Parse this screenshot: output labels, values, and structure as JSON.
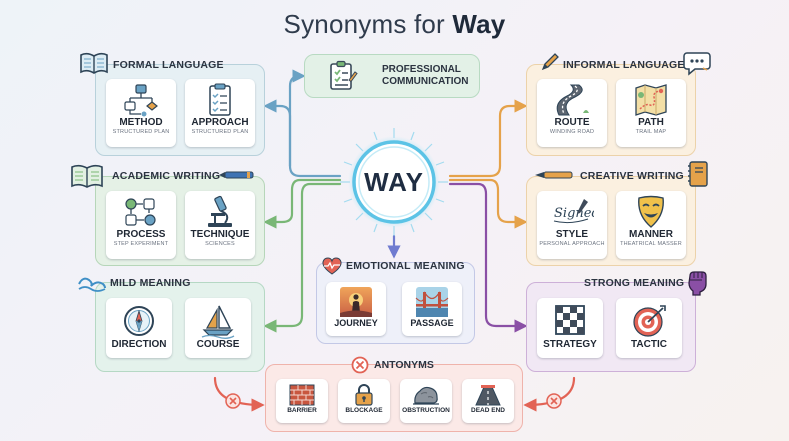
{
  "title": {
    "prefix": "Synonyms for ",
    "bold": "Way"
  },
  "center": {
    "label": "WAY"
  },
  "professional": {
    "line1": "PROFESSIONAL",
    "line2": "COMMUNICATION",
    "icon": "clipboard-checklist-icon"
  },
  "formal": {
    "title": "FORMAL LANGUAGE",
    "icon": "open-book-icon",
    "cards": [
      {
        "label": "METHOD",
        "sub": "STRUCTURED PLAN",
        "icon": "flowchart-icon"
      },
      {
        "label": "APPROACH",
        "sub": "STRUCTURED PLAN",
        "icon": "clipboard-icon"
      }
    ]
  },
  "academic": {
    "title": "ACADEMIC WRITING",
    "icon": "book-pen-icon",
    "cards": [
      {
        "label": "PROCESS",
        "sub": "STEP EXPERIMENT",
        "icon": "process-steps-icon"
      },
      {
        "label": "TECHNIQUE",
        "sub": "SCIENCES",
        "icon": "microscope-icon"
      }
    ]
  },
  "mild": {
    "title": "MILD MEANING",
    "icon": "wave-icon",
    "cards": [
      {
        "label": "DIRECTION",
        "icon": "compass-icon"
      },
      {
        "label": "COURSE",
        "icon": "sailboat-icon"
      }
    ]
  },
  "informal": {
    "title": "INFORMAL LANGUAGE",
    "icon": "speech-bubble-icon",
    "cards": [
      {
        "label": "ROUTE",
        "sub": "WINDING ROAD",
        "icon": "winding-road-icon"
      },
      {
        "label": "PATH",
        "sub": "TRAIL MAP",
        "icon": "trail-map-icon"
      }
    ]
  },
  "creative": {
    "title": "CREATIVE WRITING",
    "icon": "notebook-icon",
    "cards": [
      {
        "label": "STYLE",
        "sub": "PERSONAL APPROACH",
        "signature": "Signed",
        "icon": "signature-icon"
      },
      {
        "label": "MANNER",
        "sub": "THEATRICAL MASSER",
        "icon": "theater-mask-icon"
      }
    ]
  },
  "strong": {
    "title": "STRONG MEANING",
    "icon": "fist-icon",
    "cards": [
      {
        "label": "STRATEGY",
        "icon": "chessboard-icon"
      },
      {
        "label": "TACTIC",
        "icon": "target-icon"
      }
    ]
  },
  "emotional": {
    "title": "EMOTIONAL MEANING",
    "icon": "heartbeat-icon",
    "cards": [
      {
        "label": "JOURNEY",
        "icon": "traveler-sunset-icon"
      },
      {
        "label": "PASSAGE",
        "icon": "bridge-icon"
      }
    ]
  },
  "antonyms": {
    "title": "ANTONYMS",
    "icon": "cross-circle-icon",
    "cards": [
      {
        "label": "BARRIER",
        "icon": "brick-wall-icon"
      },
      {
        "label": "BLOCKAGE",
        "icon": "padlock-icon"
      },
      {
        "label": "OBSTRUCTION",
        "icon": "boulder-icon"
      },
      {
        "label": "DEAD END",
        "icon": "dead-end-road-icon"
      }
    ]
  },
  "colors": {
    "blue": "#6aa2c4",
    "green": "#79b776",
    "orange": "#e5a24a",
    "purple": "#8a4fa5",
    "red": "#e26355",
    "indigo": "#6f7bd0"
  }
}
